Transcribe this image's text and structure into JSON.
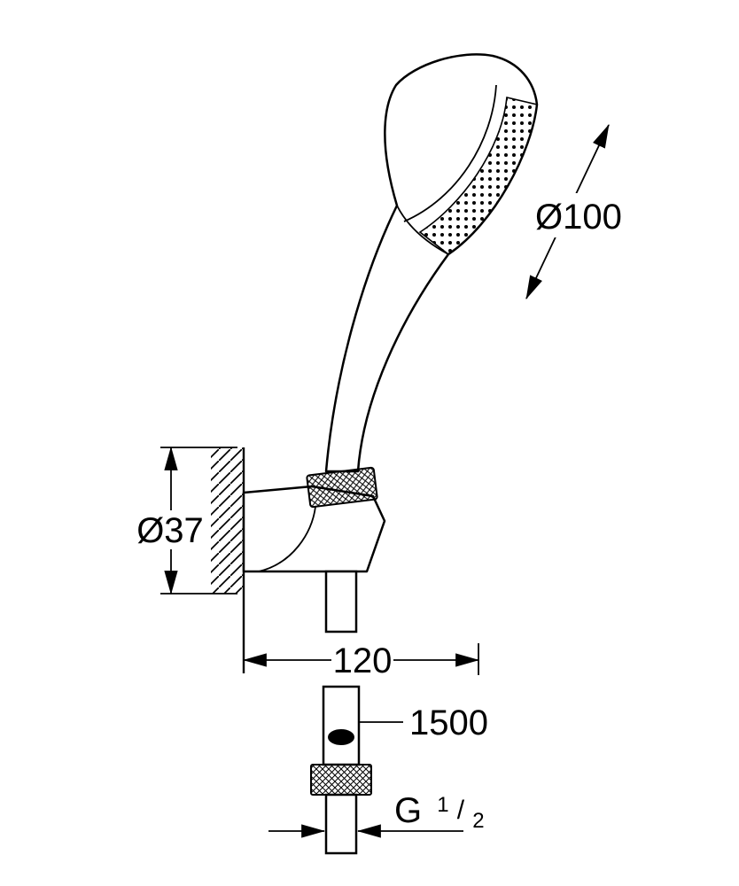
{
  "drawing": {
    "title": "hand-shower-wall-holder-set-dimension-drawing",
    "labels": {
      "head_diameter": "Ø100",
      "holder_diameter": "Ø37",
      "wall_distance": "120",
      "hose_length": "1500",
      "thread": {
        "prefix": "G",
        "numerator": "1",
        "slash": "/",
        "denominator": "2"
      }
    },
    "colors": {
      "line": "#000000",
      "background": "#ffffff"
    }
  }
}
